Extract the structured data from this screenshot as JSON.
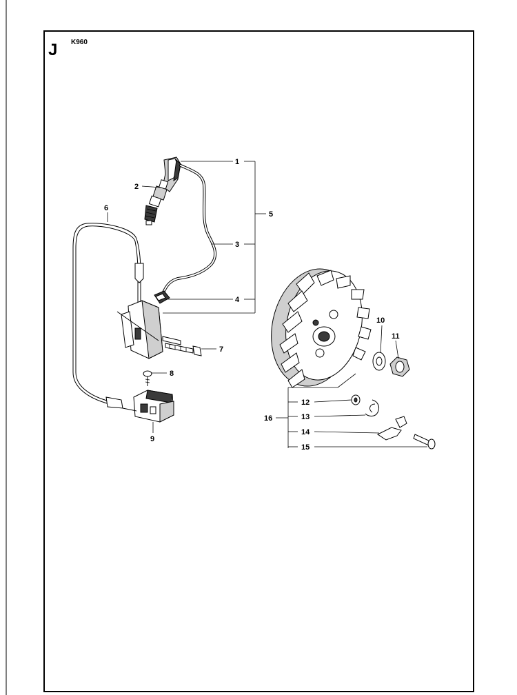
{
  "header": {
    "section_letter": "J",
    "model": "K960"
  },
  "callouts": {
    "c1": "1",
    "c2": "2",
    "c3": "3",
    "c4": "4",
    "c5": "5",
    "c6": "6",
    "c7": "7",
    "c8": "8",
    "c9": "9",
    "c10": "10",
    "c11": "11",
    "c12": "12",
    "c13": "13",
    "c14": "14",
    "c15": "15",
    "c16": "16"
  },
  "colors": {
    "ink": "#000000",
    "paper": "#ffffff",
    "shade": "#3a3a3a"
  }
}
